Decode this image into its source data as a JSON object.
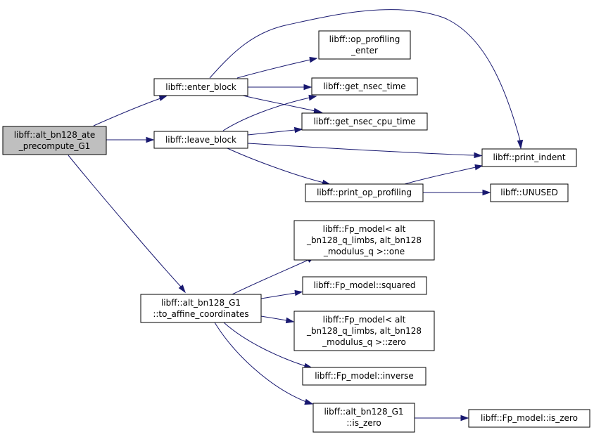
{
  "nodes": {
    "root": [
      "libff::alt_bn128_ate",
      "_precompute_G1"
    ],
    "enter_block": [
      "libff::enter_block"
    ],
    "leave_block": [
      "libff::leave_block"
    ],
    "to_affine": [
      "libff::alt_bn128_G1",
      "::to_affine_coordinates"
    ],
    "op_profiling_enter": [
      "libff::op_profiling",
      "_enter"
    ],
    "get_nsec_time": [
      "libff::get_nsec_time"
    ],
    "get_nsec_cpu_time": [
      "libff::get_nsec_cpu_time"
    ],
    "print_indent": [
      "libff::print_indent"
    ],
    "print_op_profiling": [
      "libff::print_op_profiling"
    ],
    "unused": [
      "libff::UNUSED"
    ],
    "fp_one": [
      "libff::Fp_model< alt",
      "_bn128_q_limbs, alt_bn128",
      "_modulus_q >::one"
    ],
    "fp_squared": [
      "libff::Fp_model::squared"
    ],
    "fp_zero": [
      "libff::Fp_model< alt",
      "_bn128_q_limbs, alt_bn128",
      "_modulus_q >::zero"
    ],
    "fp_inverse": [
      "libff::Fp_model::inverse"
    ],
    "g1_is_zero": [
      "libff::alt_bn128_G1",
      "::is_zero"
    ],
    "fp_is_zero": [
      "libff::Fp_model::is_zero"
    ]
  },
  "edges": [
    [
      "root",
      "enter_block"
    ],
    [
      "root",
      "leave_block"
    ],
    [
      "root",
      "to_affine"
    ],
    [
      "enter_block",
      "op_profiling_enter"
    ],
    [
      "enter_block",
      "get_nsec_time"
    ],
    [
      "enter_block",
      "get_nsec_cpu_time"
    ],
    [
      "enter_block",
      "print_indent"
    ],
    [
      "leave_block",
      "get_nsec_time"
    ],
    [
      "leave_block",
      "get_nsec_cpu_time"
    ],
    [
      "leave_block",
      "print_indent"
    ],
    [
      "leave_block",
      "print_op_profiling"
    ],
    [
      "print_op_profiling",
      "print_indent"
    ],
    [
      "print_op_profiling",
      "unused"
    ],
    [
      "to_affine",
      "fp_one"
    ],
    [
      "to_affine",
      "fp_squared"
    ],
    [
      "to_affine",
      "fp_zero"
    ],
    [
      "to_affine",
      "fp_inverse"
    ],
    [
      "to_affine",
      "g1_is_zero"
    ],
    [
      "g1_is_zero",
      "fp_is_zero"
    ]
  ],
  "colors": {
    "edge": "#191970",
    "root_fill": "#bfbfbf",
    "node_fill": "#ffffff",
    "node_stroke": "#000000"
  }
}
